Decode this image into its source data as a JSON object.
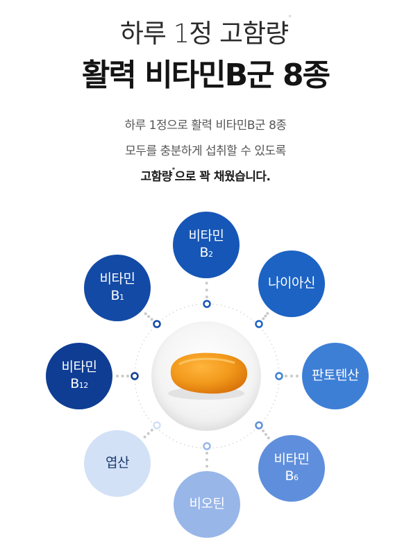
{
  "header": {
    "title_top": "하루 1정 고함량",
    "title_top_mark": "*",
    "title_main": "활력 비타민B군 8종"
  },
  "description": {
    "line1": "하루 1정으로 활력 비타민B군 8종",
    "line2": "모두를 충분하게 섭취할 수 있도록",
    "line3_a": "고함량",
    "line3_mark": "*",
    "line3_b": "으로 꽉 채웠습니다."
  },
  "nutrients": [
    {
      "label": "비타민",
      "sub": "B",
      "subscript": "2",
      "color": "#1656b6"
    },
    {
      "label": "나이아신",
      "sub": "",
      "subscript": "",
      "color": "#1c63c4"
    },
    {
      "label": "판토텐산",
      "sub": "",
      "subscript": "",
      "color": "#3e7fd6"
    },
    {
      "label": "비타민",
      "sub": "B",
      "subscript": "6",
      "color": "#5f8fdc"
    },
    {
      "label": "비오틴",
      "sub": "",
      "subscript": "",
      "color": "#98b6e8"
    },
    {
      "label": "엽산",
      "sub": "",
      "subscript": "",
      "color": "#d2e1f6"
    },
    {
      "label": "비타민",
      "sub": "B",
      "subscript": "12",
      "color": "#0f3d94"
    },
    {
      "label": "비타민",
      "sub": "B",
      "subscript": "1",
      "color": "#134aa6"
    }
  ],
  "colors": {
    "pill_main": "#f29a1c",
    "pill_dark": "#e57d0d",
    "ring_dots": "#d9d9d9",
    "connector_dots": "#c9c9c9"
  },
  "icons": {
    "center": "vitamin-pill-icon"
  }
}
